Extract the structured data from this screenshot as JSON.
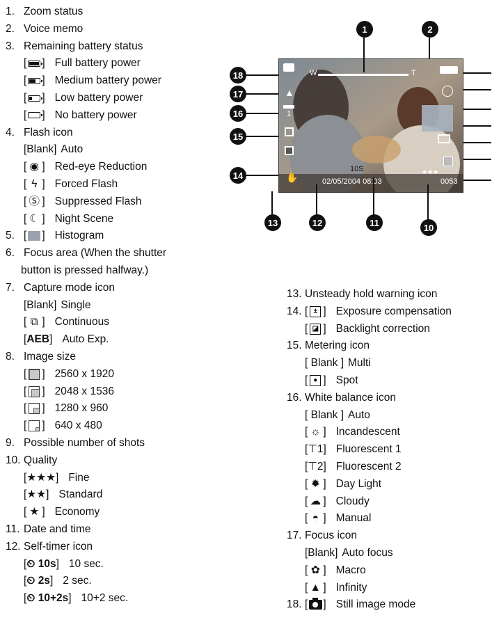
{
  "left_list": [
    {
      "n": "1.",
      "text": "Zoom status"
    },
    {
      "n": "2.",
      "text": "Voice memo"
    },
    {
      "n": "3.",
      "text": "Remaining battery status"
    },
    {
      "icon": "battery-full",
      "text": "Full battery power"
    },
    {
      "icon": "battery-medium",
      "text": "Medium battery power"
    },
    {
      "icon": "battery-low",
      "text": "Low battery power"
    },
    {
      "icon": "battery-empty",
      "text": "No battery power"
    },
    {
      "n": "4.",
      "text": "Flash icon"
    },
    {
      "pre": "[Blank]",
      "text": "Auto"
    },
    {
      "icon": "red-eye",
      "glyph": "◉",
      "text": "Red-eye Reduction"
    },
    {
      "icon": "forced-flash",
      "glyph": "ϟ",
      "text": "Forced Flash"
    },
    {
      "icon": "suppressed-flash",
      "glyph": "Ⓢ",
      "text": "Suppressed Flash"
    },
    {
      "icon": "night-scene",
      "glyph": "☾",
      "text": "Night Scene"
    },
    {
      "n": "5.",
      "icon": "histogram",
      "text": "Histogram"
    },
    {
      "n": "6.",
      "text": "Focus area (When the shutter"
    },
    {
      "text": "button is pressed halfway.)"
    },
    {
      "n": "7.",
      "text": "Capture mode icon"
    },
    {
      "pre": "[Blank]",
      "text": "Single"
    },
    {
      "icon": "continuous",
      "glyph": "⧉",
      "text": "Continuous"
    },
    {
      "icon": "aeb",
      "glyph": "AEB",
      "text": "Auto Exp."
    },
    {
      "n": "8.",
      "text": "Image size"
    },
    {
      "icon": "size-2560",
      "text": "2560 x 1920"
    },
    {
      "icon": "size-2048",
      "text": "2048 x 1536"
    },
    {
      "icon": "size-1280",
      "text": "1280 x 960"
    },
    {
      "icon": "size-640",
      "text": "640 x 480"
    },
    {
      "n": "9.",
      "text": "Possible number of shots"
    },
    {
      "n": "10.",
      "text": "Quality"
    },
    {
      "icon": "fine",
      "glyph": "★★★",
      "text": "Fine"
    },
    {
      "icon": "standard",
      "glyph": "★★",
      "text": "Standard"
    },
    {
      "icon": "economy",
      "glyph": "★",
      "text": "Economy"
    },
    {
      "n": "11.",
      "text": "Date and time"
    },
    {
      "n": "12.",
      "text": "Self-timer icon"
    },
    {
      "icon": "timer-10s",
      "glyph": "10s",
      "text": "10 sec."
    },
    {
      "icon": "timer-2s",
      "glyph": "2s",
      "text": "2 sec."
    },
    {
      "icon": "timer-10-2s",
      "glyph": "10+2s",
      "text": "10+2 sec."
    }
  ],
  "right_list": [
    {
      "n": "13.",
      "text": "Unsteady hold warning icon"
    },
    {
      "n": "14.",
      "icon": "exposure",
      "glyph": "±",
      "text": "Exposure compensation"
    },
    {
      "icon": "backlight",
      "glyph": "◪",
      "text": "Backlight correction"
    },
    {
      "n": "15.",
      "text": "Metering icon"
    },
    {
      "pre": "[ Blank ]",
      "text": "Multi"
    },
    {
      "icon": "spot",
      "glyph": "●",
      "text": "Spot"
    },
    {
      "n": "16.",
      "text": "White balance icon"
    },
    {
      "pre": "[ Blank ]",
      "text": "Auto"
    },
    {
      "icon": "incandescent",
      "glyph": "☼",
      "text": "Incandescent"
    },
    {
      "icon": "fluorescent-1",
      "glyph": "⊤1",
      "text": "Fluorescent 1"
    },
    {
      "icon": "fluorescent-2",
      "glyph": "⊤2",
      "text": "Fluorescent 2"
    },
    {
      "icon": "daylight",
      "glyph": "✹",
      "text": "Day Light"
    },
    {
      "icon": "cloudy",
      "glyph": "☁",
      "text": "Cloudy"
    },
    {
      "icon": "manual",
      "glyph": "◓",
      "text": "Manual"
    },
    {
      "n": "17.",
      "text": "Focus icon"
    },
    {
      "pre": "[Blank]",
      "text": "Auto focus"
    },
    {
      "icon": "macro",
      "glyph": "✿",
      "text": "Macro"
    },
    {
      "icon": "infinity",
      "glyph": "▲",
      "text": "Infinity"
    },
    {
      "n": "18.",
      "icon": "still-image",
      "text": "Still image mode"
    }
  ],
  "lcd": {
    "callouts": [
      "1",
      "2",
      "18",
      "17",
      "16",
      "15",
      "14",
      "13",
      "12",
      "11",
      "10"
    ],
    "date_time": "02/05/2004 08:03",
    "timer": "10S",
    "shots": "0053",
    "wb": "1",
    "zoom_w": "W",
    "zoom_t": "T",
    "quality": "★★★"
  },
  "colors": {
    "text": "#111111",
    "lcd_bg": "#6b7a86"
  }
}
